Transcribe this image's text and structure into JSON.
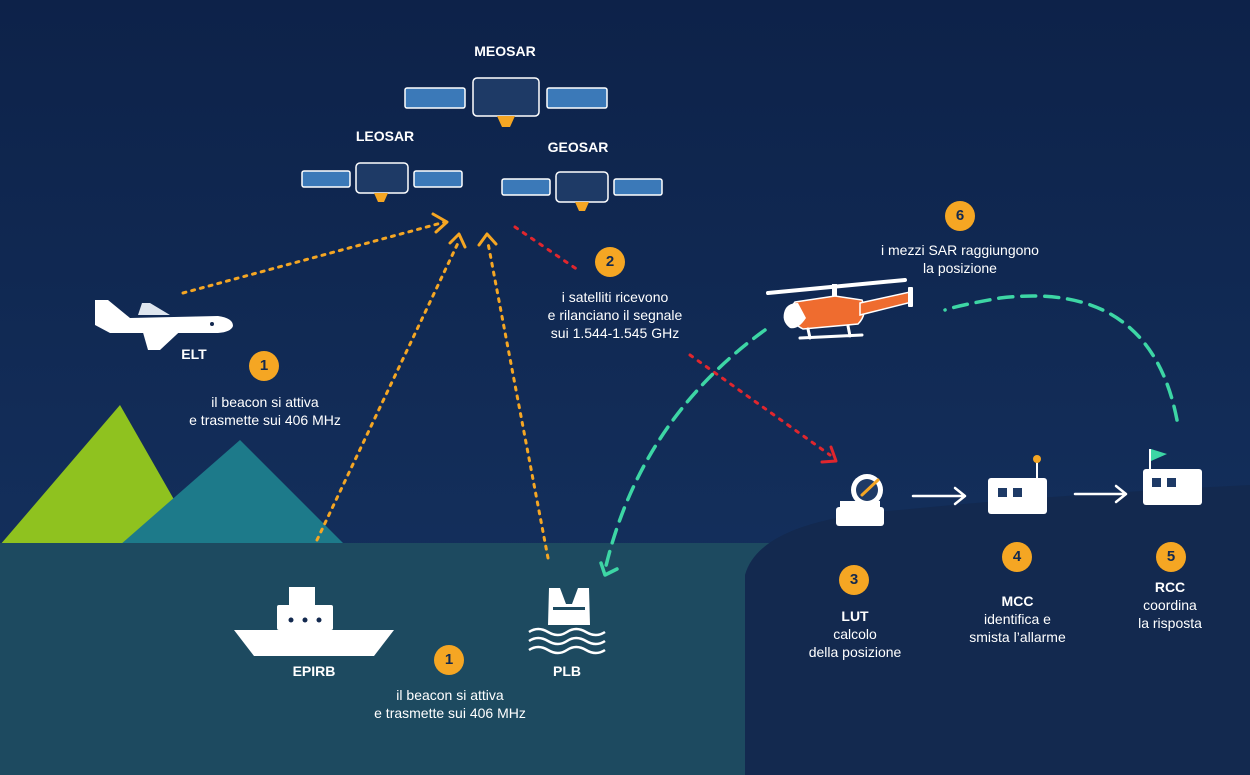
{
  "satellites": {
    "meo": "MEOSAR",
    "leo": "LEOSAR",
    "geo": "GEOSAR"
  },
  "beacons": {
    "elt": "ELT",
    "epirb": "EPIRB",
    "plb": "PLB"
  },
  "steps": [
    {
      "number": "1",
      "line1": "il beacon si attiva",
      "line2": "e trasmette sui 406 MHz"
    },
    {
      "number": "1",
      "line1": "il beacon si attiva",
      "line2": "e trasmette sui 406 MHz"
    },
    {
      "number": "2",
      "line1": "i satelliti ricevono",
      "line2": "e rilanciano il segnale",
      "line3": "sui 1.544-1.545 GHz"
    },
    {
      "number": "3",
      "title": "LUT",
      "line1": "calcolo",
      "line2": "della posizione"
    },
    {
      "number": "4",
      "title": "MCC",
      "line1": "identifica e",
      "line2": "smista l’allarme"
    },
    {
      "number": "5",
      "title": "RCC",
      "line1": "coordina",
      "line2": "la risposta"
    },
    {
      "number": "6",
      "line1": "i mezzi SAR raggiungono",
      "line2": "la posizione"
    }
  ],
  "colors": {
    "sky": "#0f2550",
    "sea": "#1d4a60",
    "land": "#13294f",
    "mountain_green": "#8fc21f",
    "mountain_teal": "#1d7a8a",
    "uplink": "#f5a623",
    "downlink": "#e0262d",
    "sar_route": "#3dd6a5",
    "helicopter": "#ef6c2f",
    "badge": "#f5a623"
  }
}
